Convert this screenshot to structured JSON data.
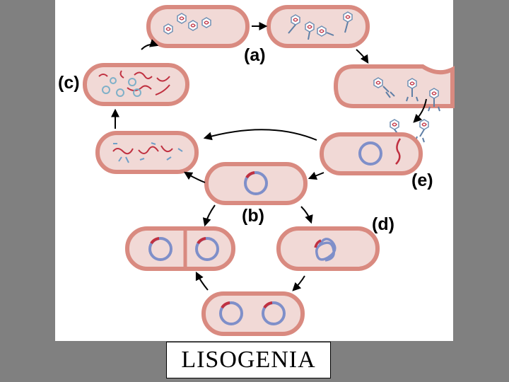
{
  "title": "LISOGENIA",
  "labels": {
    "a": "(a)",
    "b": "(b)",
    "c": "(c)",
    "d": "(d)",
    "e": "(e)"
  },
  "colors": {
    "background": "#808080",
    "panel": "#ffffff",
    "cell_fill": "#f1d9d6",
    "cell_wall": "#d98a80",
    "dna_blue": "#7f8fc9",
    "dna_red": "#c03040",
    "phage_blue": "#7fa8c8",
    "arrow": "#000000"
  },
  "icons": [
    "bacterium-icon",
    "phage-icon",
    "circular-dna-icon",
    "arrow-icon"
  ]
}
